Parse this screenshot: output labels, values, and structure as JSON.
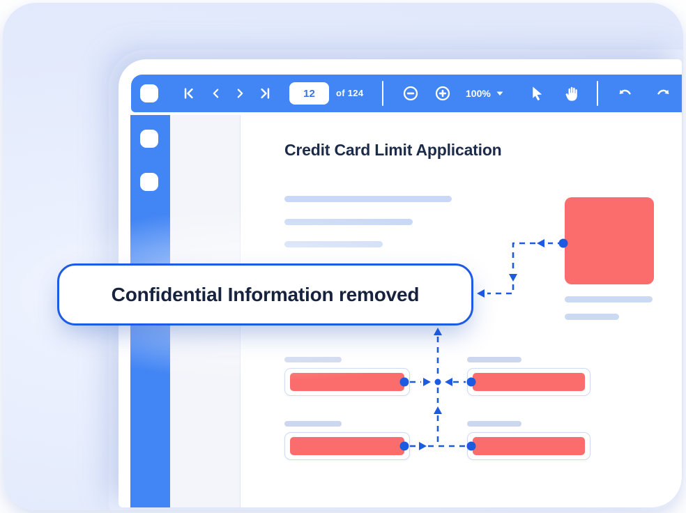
{
  "toolbar": {
    "page_input_value": "12",
    "page_total_label": "of 124",
    "zoom_value": "100%"
  },
  "document": {
    "title": "Credit Card Limit Application"
  },
  "callout": {
    "label": "Confidential Information removed"
  },
  "colors": {
    "toolbar_blue": "#4285f4",
    "accent_blue": "#1e5be4",
    "redaction_red": "#fb6d6d",
    "skeleton_blue": "#c9d8f6",
    "title_navy": "#1d2b4a",
    "background_periwinkle": "#e3eafc"
  },
  "icons": {
    "sidebar_toggle": "white-rounded-square",
    "first_page": "bar-chevron-left",
    "prev_page": "chevron-left",
    "next_page": "chevron-right",
    "last_page": "chevron-right-bar",
    "zoom_out": "circle-minus",
    "zoom_in": "circle-plus",
    "zoom_caret": "caret-down",
    "select_tool": "cursor-arrow",
    "hand_tool": "hand-palm",
    "undo": "curved-arrow-left",
    "redo": "curved-arrow-right"
  }
}
